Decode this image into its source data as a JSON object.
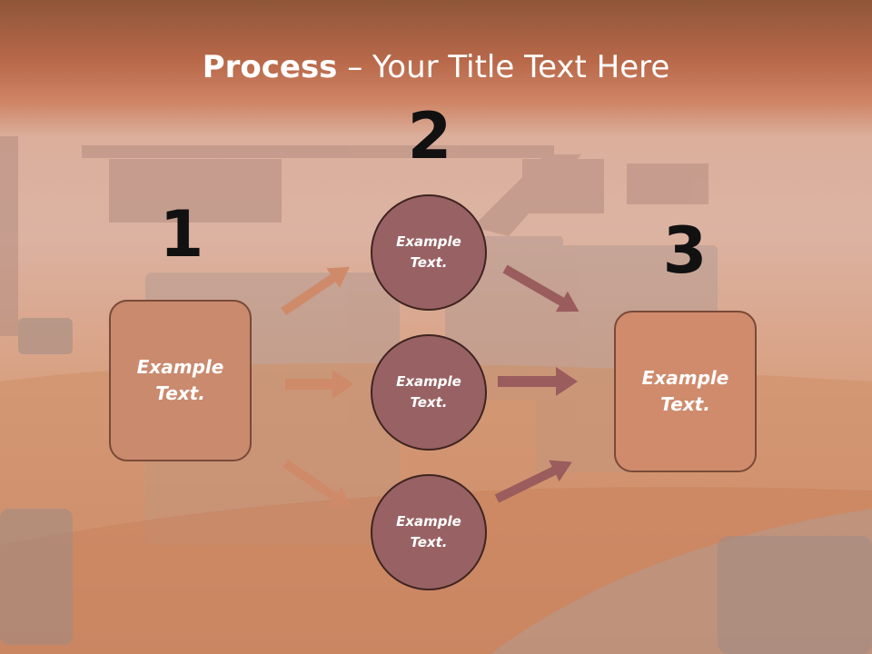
{
  "title": {
    "bold": "Process",
    "rest": " – Your Title Text Here"
  },
  "steps": {
    "one": "1",
    "two": "2",
    "three": "3"
  },
  "left_box": {
    "text": "Example Text."
  },
  "right_box": {
    "text": "Example Text."
  },
  "circles": [
    {
      "text": "Example Text."
    },
    {
      "text": "Example Text."
    },
    {
      "text": "Example Text."
    }
  ],
  "colors": {
    "title_band": "#b8694a",
    "box_fill": "#c98a6e",
    "circle_fill": "#986163",
    "arrow_left": "#cf8a6a",
    "arrow_right": "#9a5c5c"
  }
}
